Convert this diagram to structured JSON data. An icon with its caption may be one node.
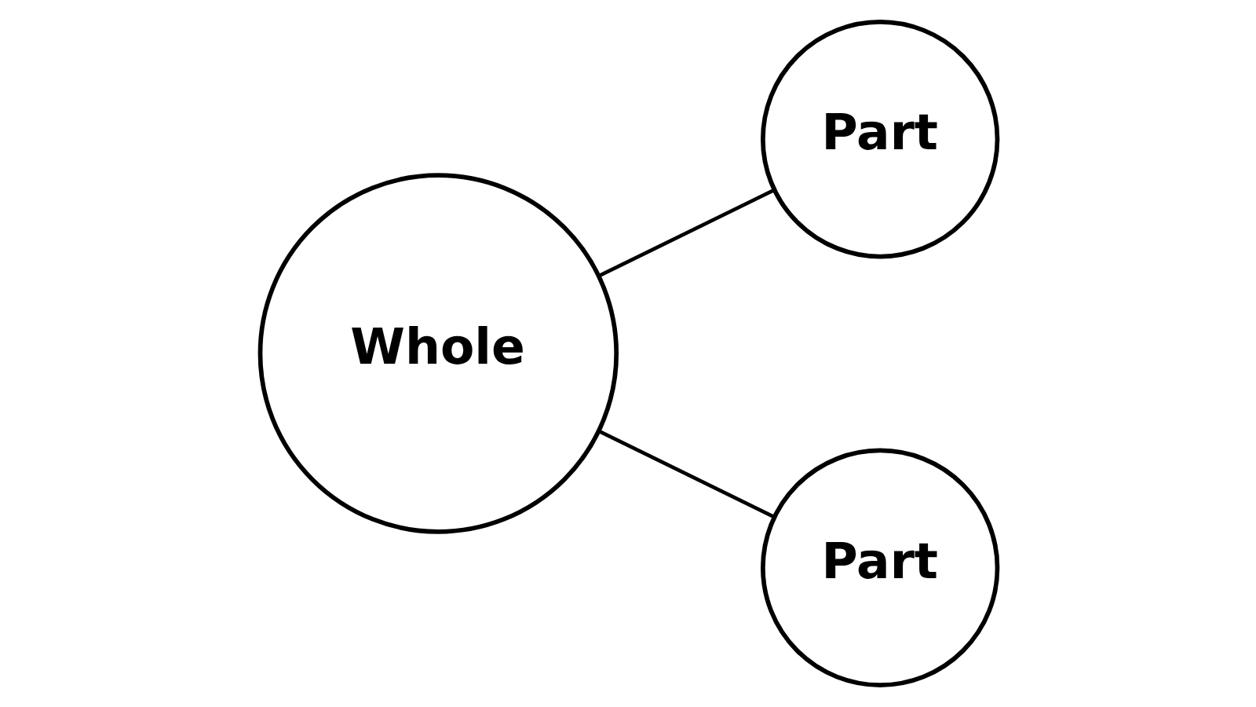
{
  "diagram": {
    "nodes": [
      {
        "text": [
          "Whole"
        ]
      },
      {
        "text": [
          "Part"
        ]
      },
      {
        "text": [
          "Part"
        ]
      }
    ],
    "edges": [
      {
        "from": 0,
        "to": 1,
        "arrow": "none"
      },
      {
        "from": 0,
        "to": 2,
        "arrow": "none"
      }
    ]
  }
}
